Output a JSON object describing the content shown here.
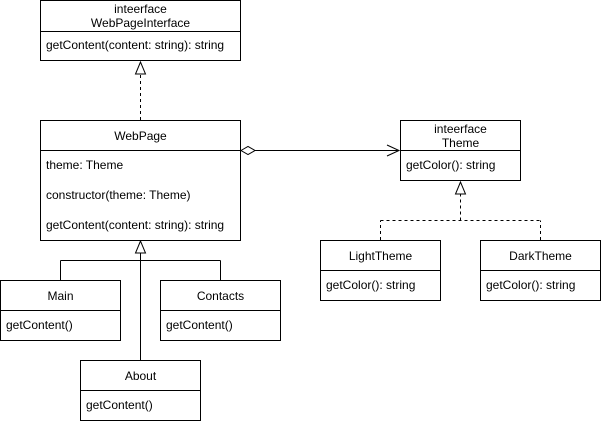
{
  "classes": {
    "webpageinterface": {
      "stereotype": "inteerface",
      "name": "WebPageInterface",
      "methods": [
        "getContent(content: string): string"
      ]
    },
    "webpage": {
      "name": "WebPage",
      "attributes": [
        "theme: Theme"
      ],
      "constructor": "constructor(theme: Theme)",
      "methods": [
        "getContent(content: string): string"
      ]
    },
    "theme": {
      "stereotype": "inteerface",
      "name": "Theme",
      "methods": [
        "getColor(): string"
      ]
    },
    "lighttheme": {
      "name": "LightTheme",
      "methods": [
        "getColor(): string"
      ]
    },
    "darktheme": {
      "name": "DarkTheme",
      "methods": [
        "getColor(): string"
      ]
    },
    "main": {
      "name": "Main",
      "methods": [
        "getContent()"
      ]
    },
    "contacts": {
      "name": "Contacts",
      "methods": [
        "getContent()"
      ]
    },
    "about": {
      "name": "About",
      "methods": [
        "getContent()"
      ]
    }
  },
  "colors": {
    "stroke": "#000000",
    "background": "#ffffff"
  }
}
